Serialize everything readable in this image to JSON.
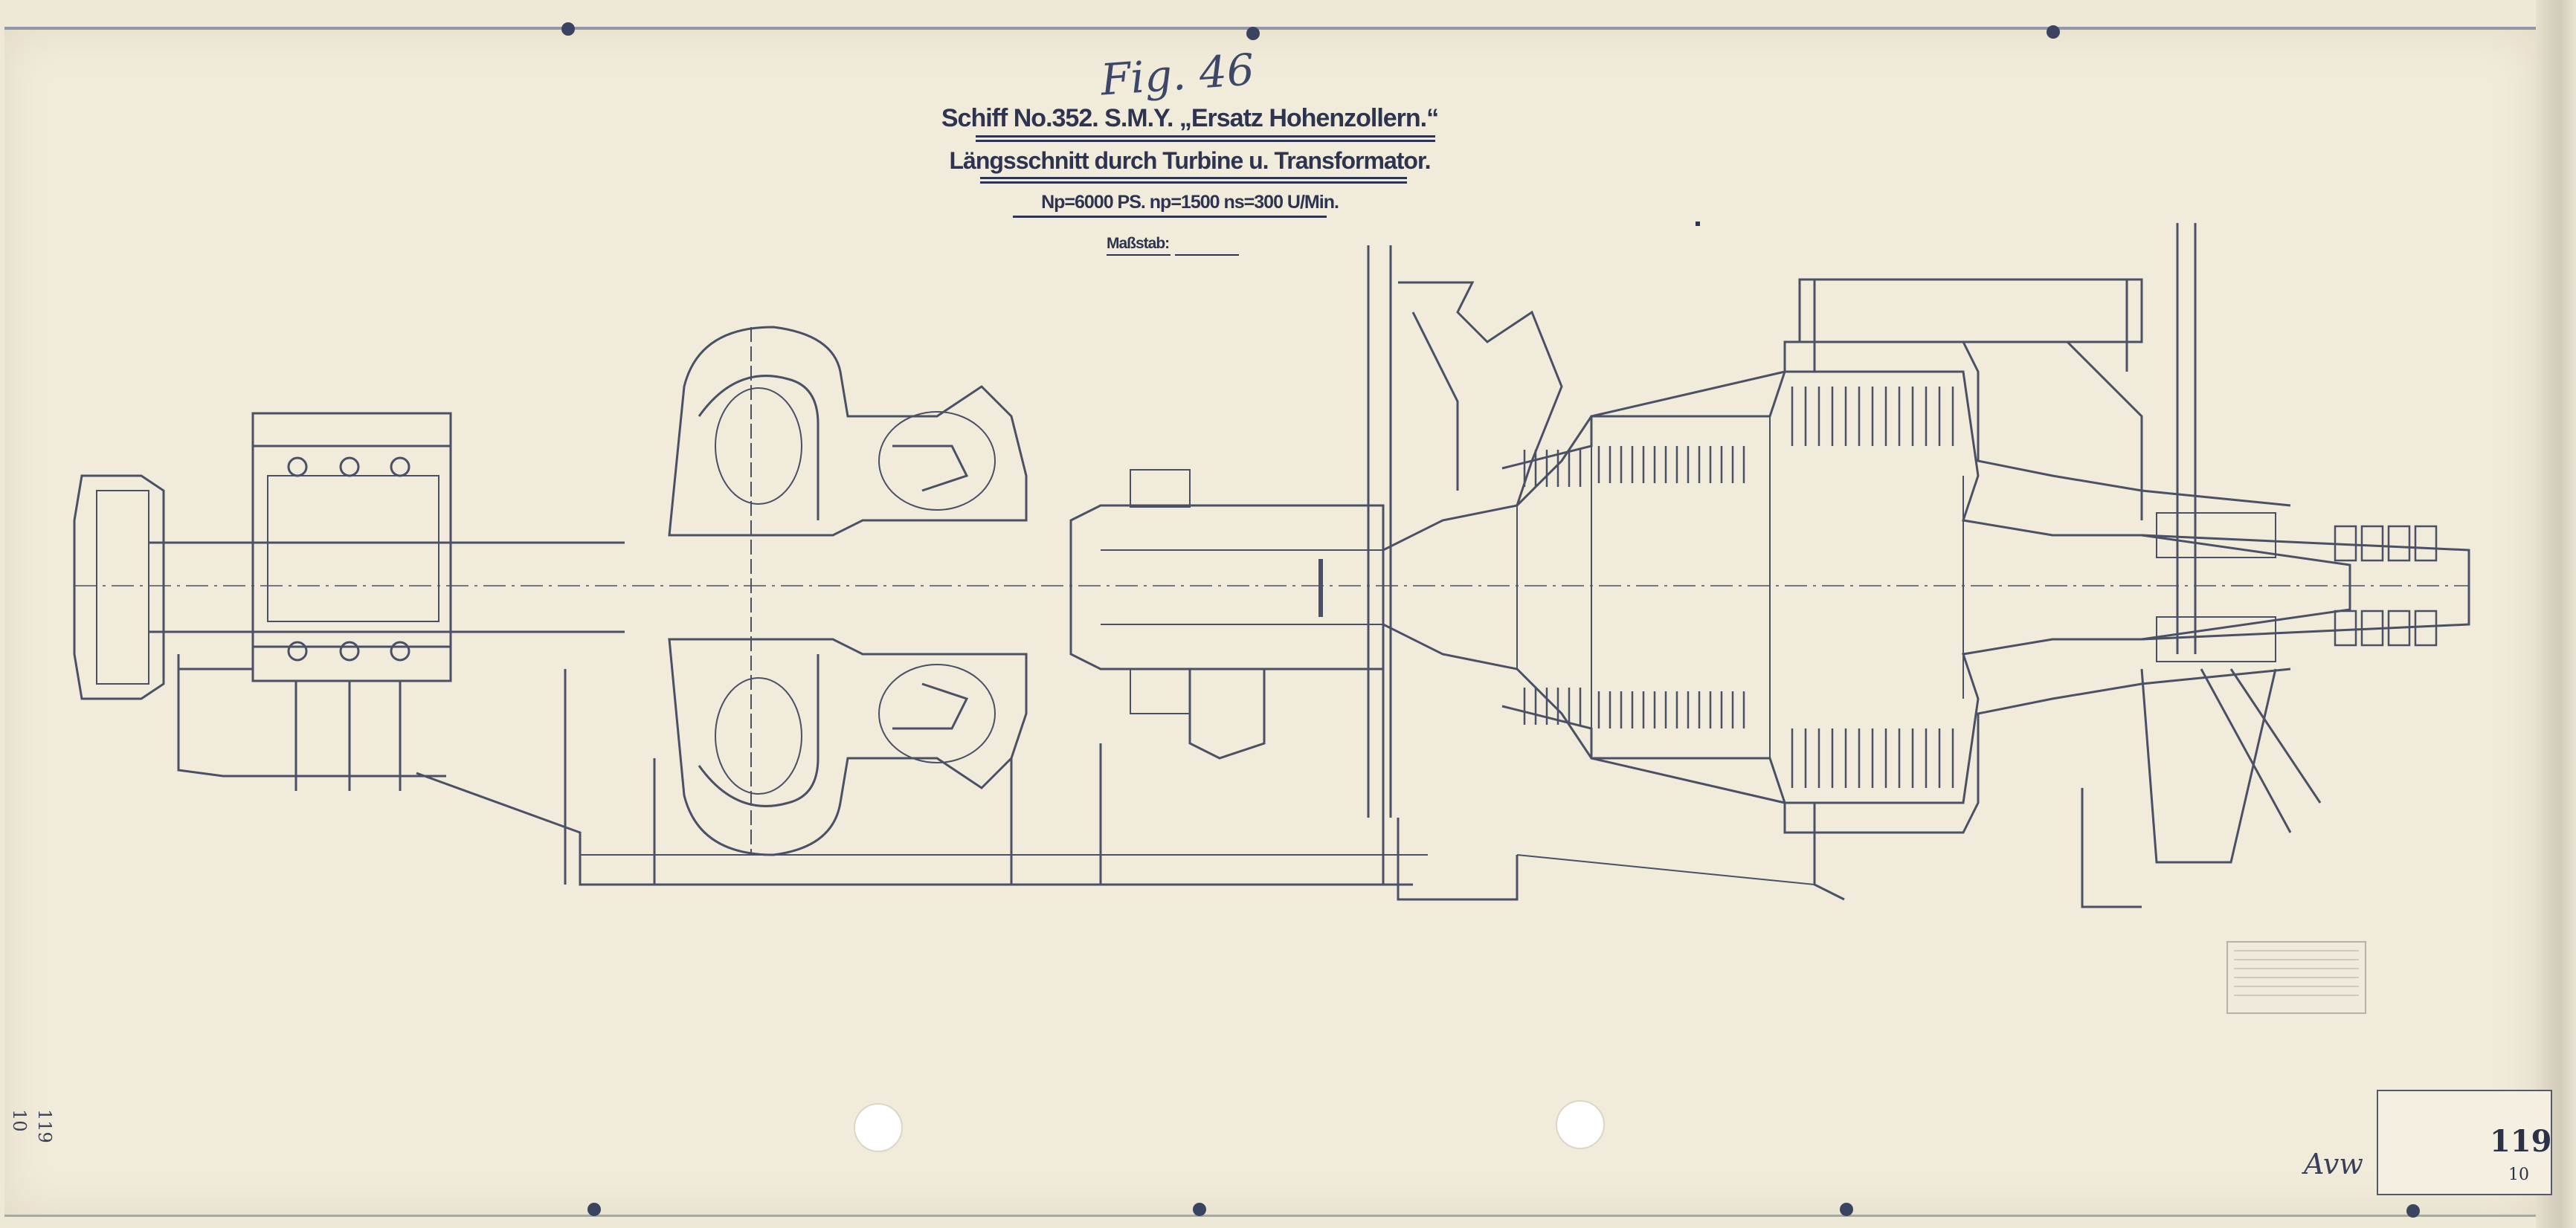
{
  "figure_label": "Fig. 46",
  "title": {
    "line1": "Schiff No.352. S.M.Y. „Ersatz Hohenzollern.“",
    "line2": "Längsschnitt durch Turbine u. Transformator.",
    "line3": "Np=6000 PS. np=1500 ns=300 U/Min.",
    "line4": "Maßstab:"
  },
  "title_block": {
    "sheet_number": "119",
    "sub_number": "10"
  },
  "side_margin_numbers": [
    "119",
    "10"
  ],
  "signature": "Avw",
  "colors": {
    "paper": "#f1ebdb",
    "ink": "#2e3450",
    "linework": "#4a5066"
  }
}
